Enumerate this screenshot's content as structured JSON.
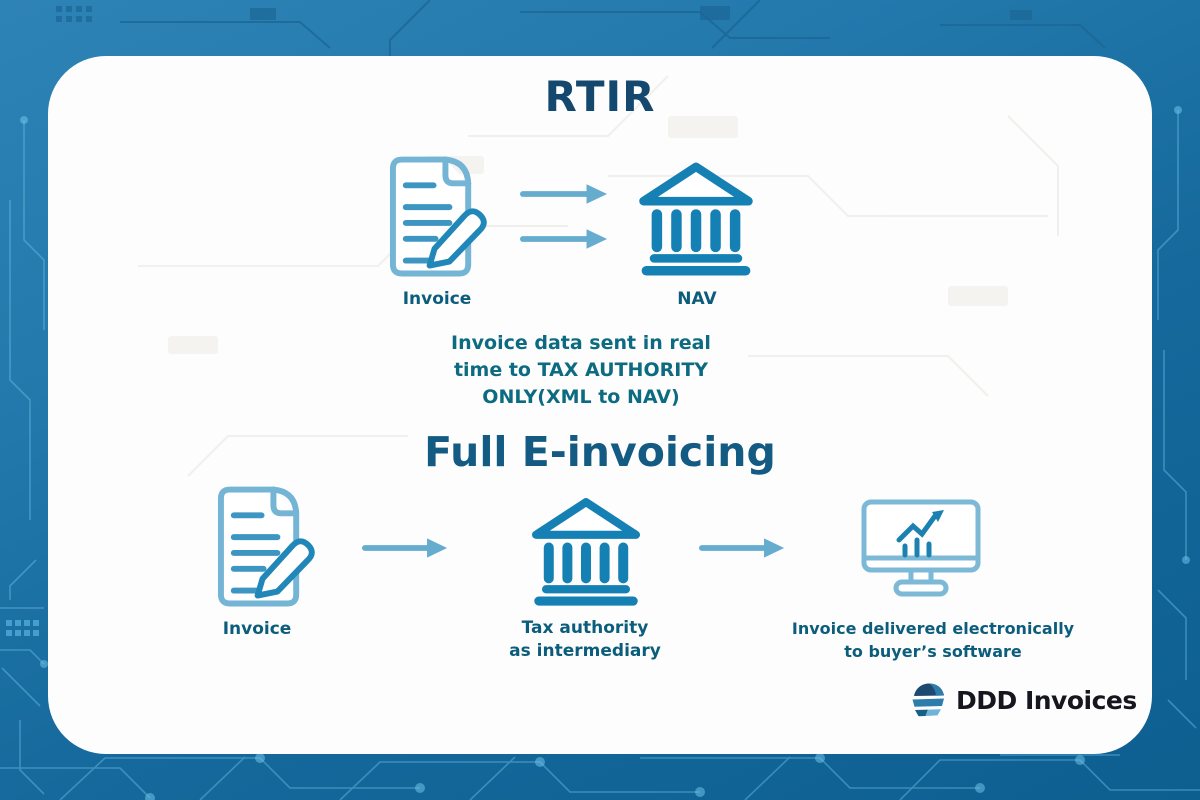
{
  "rtir": {
    "title": "RTIR",
    "invoice_label": "Invoice",
    "nav_label": "NAV",
    "description": {
      "line1": "Invoice data sent in real",
      "line2": "time to TAX AUTHORITY",
      "line3": "ONLY(XML to NAV)"
    }
  },
  "full_einvoicing": {
    "title": "Full E-invoicing",
    "invoice_label": "Invoice",
    "intermediary": {
      "line1": "Tax authority",
      "line2": "as intermediary"
    },
    "destination": {
      "line1": "Invoice delivered electronically",
      "line2": "to buyer’s software"
    }
  },
  "branding": {
    "logo_text": "DDD Invoices"
  },
  "icons": {
    "invoice": "invoice-document-with-pencil",
    "bank": "bank-building-tax-authority",
    "monitor": "monitor-with-growth-chart",
    "arrow": "arrow-right",
    "logo": "ddd-layered-d-logo"
  },
  "colors": {
    "background_top": "#2e83b6",
    "background_deep": "#0d5f90",
    "card_background": "#fdfdfd",
    "rtir_title": "#14486f",
    "full_title": "#135b83",
    "label_text": "#0b5d7b",
    "description_text": "#0c6b80",
    "arrow": "#66accf",
    "document_outline": "#74b4d5",
    "document_lines": "#3d95c2",
    "pencil": "#2187b8",
    "bank": "#1580b4",
    "monitor_outline": "#7cb9d7",
    "monitor_chart": "#1a81b1",
    "logo_text": "#16161f"
  }
}
